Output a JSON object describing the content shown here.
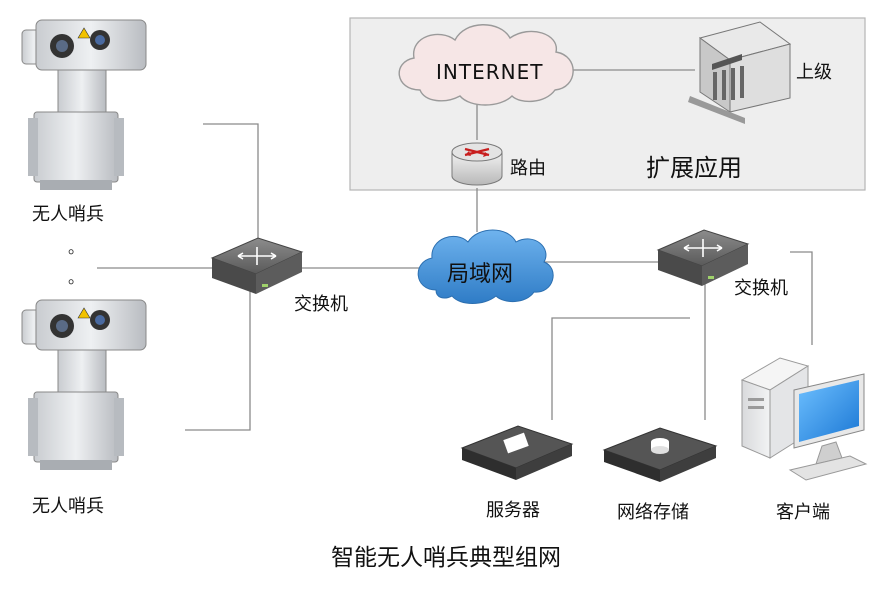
{
  "diagram": {
    "caption": "智能无人哨兵典型组网",
    "extension_box_label": "扩展应用",
    "nodes": {
      "internet": "INTERNET",
      "superior": "上级",
      "router": "路由",
      "lan": "局域网",
      "switch_left": "交换机",
      "switch_right": "交换机",
      "sentinel_top": "无人哨兵",
      "sentinel_bottom": "无人哨兵",
      "server": "服务器",
      "storage": "网络存储",
      "client": "客户端"
    },
    "ellipsis_dots": [
      "。",
      "。"
    ],
    "colors": {
      "line": "#8a8a8a",
      "extension_box_fill": "#eeeeee",
      "extension_box_border": "#b5b5b5",
      "lan_cloud": "#3d8fd6",
      "internet_cloud": "#f6e6e6",
      "switch_body": "#6d6d6d",
      "monitor_screen": "#2a8fe8"
    }
  }
}
